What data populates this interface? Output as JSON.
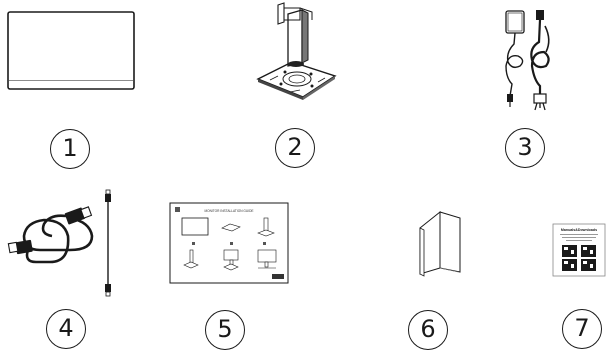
{
  "items": [
    {
      "number": "1",
      "icon": "monitor-icon"
    },
    {
      "number": "2",
      "icon": "monitor-stand-icon"
    },
    {
      "number": "3",
      "icon": "power-adapter-icon"
    },
    {
      "number": "4",
      "icon": "hdmi-cable-icon"
    },
    {
      "number": "5",
      "icon": "installation-guide-icon"
    },
    {
      "number": "6",
      "icon": "manual-booklet-icon"
    },
    {
      "number": "7",
      "icon": "qr-card-icon"
    }
  ],
  "guide": {
    "title": "MONITOR INSTALLATION GUIDE"
  },
  "card": {
    "title": "Manuals&Downloads"
  }
}
